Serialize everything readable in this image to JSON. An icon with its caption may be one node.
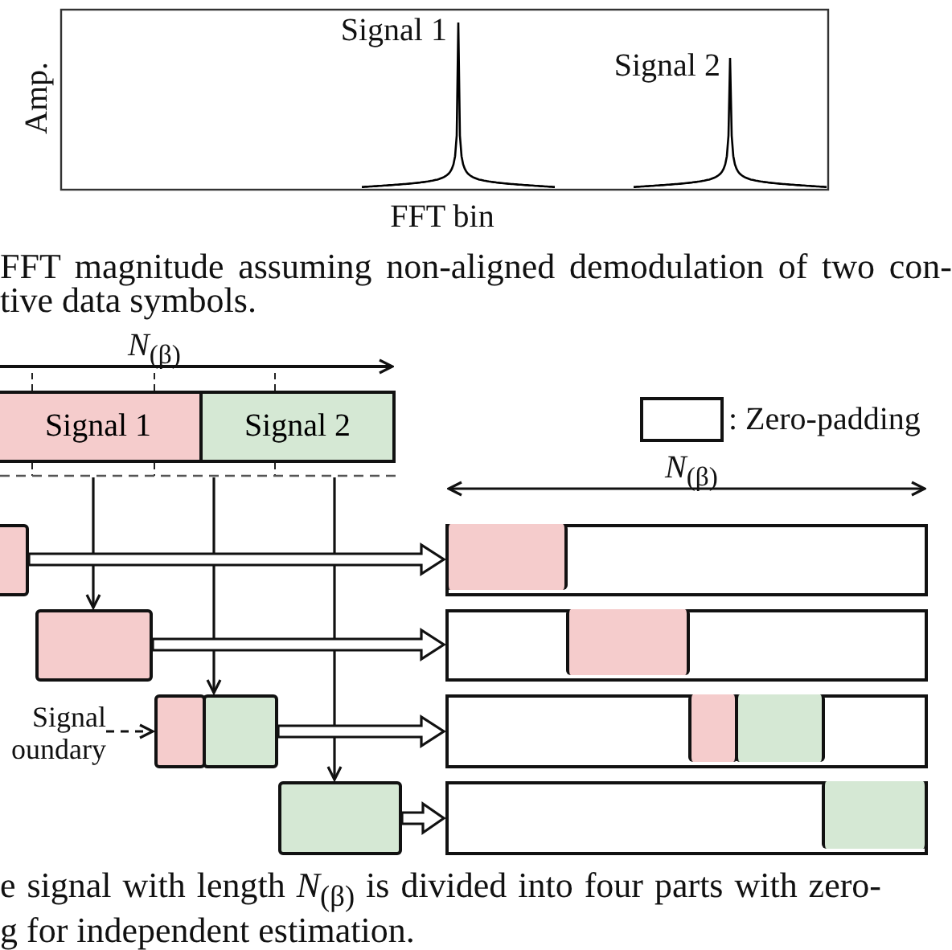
{
  "diagram": {
    "nodes": [
      {
        "text": [
          "Signal 1"
        ]
      },
      {
        "text": [
          "Signal 2"
        ]
      },
      {
        "text": [],
        "shape": "box"
      },
      {
        "text": [],
        "shape": "box"
      },
      {
        "text": [],
        "shape": "box"
      },
      {
        "text": [],
        "shape": "box"
      },
      {
        "text": [],
        "shape": "box"
      },
      {
        "text": [],
        "shape": "bar"
      },
      {
        "text": [],
        "shape": "box",
        "in": 7
      },
      {
        "text": [],
        "shape": "bar"
      },
      {
        "text": [],
        "shape": "box",
        "in": 9
      },
      {
        "text": [],
        "shape": "bar"
      },
      {
        "text": [],
        "shape": "box",
        "in": 11
      },
      {
        "text": [],
        "shape": "box",
        "in": 11
      },
      {
        "text": [],
        "shape": "bar"
      },
      {
        "text": [],
        "shape": "box",
        "in": 14
      },
      {
        "text": [
          "Signal oundary"
        ]
      }
    ],
    "edges": [
      {
        "from": 0,
        "to": 3,
        "arrow": "to"
      },
      {
        "from": 1,
        "to": 5,
        "arrow": "to"
      },
      {
        "from": 1,
        "to": 6,
        "arrow": "to"
      },
      {
        "from": 2,
        "to": 7,
        "arrow": "to",
        "style": "thick"
      },
      {
        "from": 3,
        "to": 9,
        "arrow": "to",
        "style": "thick"
      },
      {
        "from": 5,
        "to": 11,
        "arrow": "to",
        "style": "thick"
      },
      {
        "from": 6,
        "to": 14,
        "arrow": "to",
        "style": "thick"
      },
      {
        "from": 16,
        "to": 4,
        "arrow": "to",
        "style": "dashed"
      }
    ],
    "labels": [
      "Signal 1",
      "Amp.",
      "Signal 2",
      "FFT bin",
      "FFT magnitude assuming non-aligned demodulation of two con- tive data symbols.",
      "*N*$_{(β)}$",
      "*N*$_{(β)}$",
      "e signal with length *N*$_{(β)}$ is divided into four parts with zero- g for independent estimation."
    ],
    "legend": [
      {
        "text": ": Zero-padding",
        "color": "#ffffff"
      }
    ]
  }
}
